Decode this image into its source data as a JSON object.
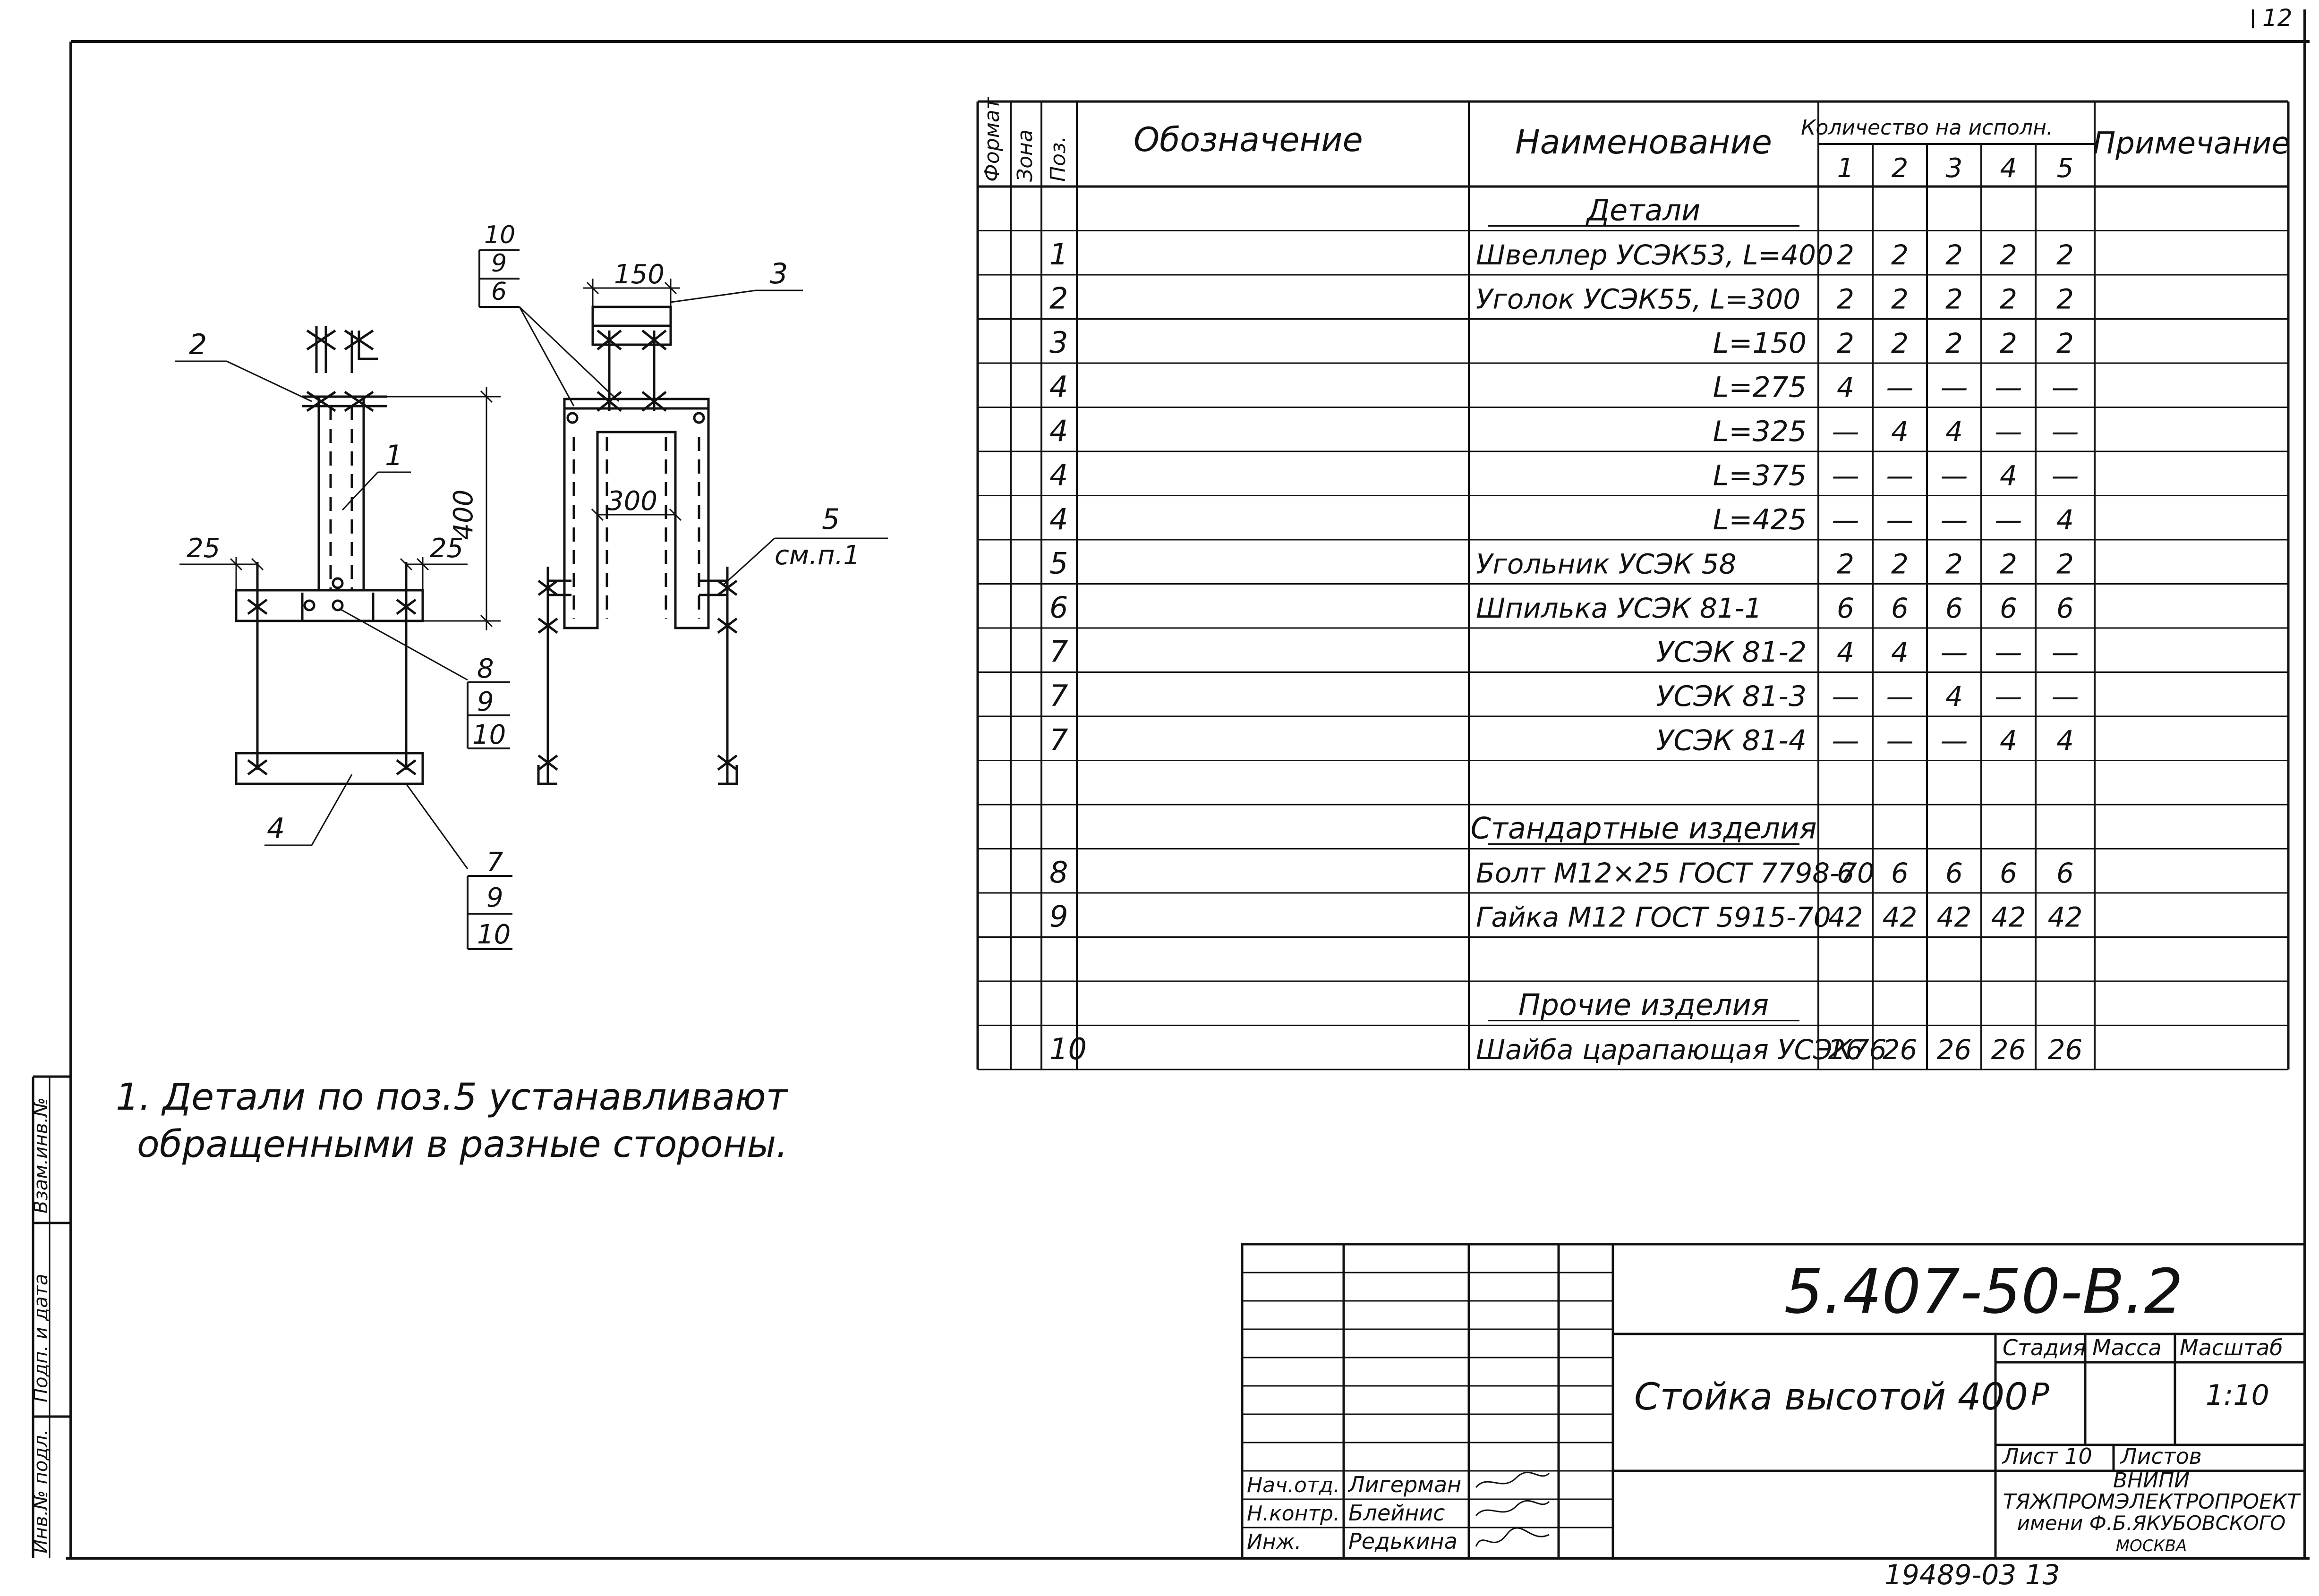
{
  "corner_page": "12",
  "notes": {
    "note_line1": "1. Детали по поз.5 устанавливают",
    "note_line2": "обращенными в разные стороны."
  },
  "drawing": {
    "left_view": {
      "dim_400": "400",
      "dim_25_left": "25",
      "dim_25_right": "25",
      "leader_1": "1",
      "leader_2": "2",
      "leader_4": "4",
      "stack_8_9_10": [
        "8",
        "9",
        "10"
      ],
      "stack_7_9_10": [
        "7",
        "9",
        "10"
      ]
    },
    "right_view": {
      "dim_150": "150",
      "dim_300": "300",
      "leader_3": "3",
      "leader_5": "5",
      "leader_5_note": "см.п.1",
      "stack_10_9_6": [
        "10",
        "9",
        "6"
      ]
    }
  },
  "spec_table": {
    "headers": {
      "format": "Формат",
      "zone": "Зона",
      "pos": "Поз.",
      "designation": "Обозначение",
      "name": "Наименование",
      "qty_group": "Количество на исполн.",
      "qty_cols": [
        "1",
        "2",
        "3",
        "4",
        "5"
      ],
      "note": "Примечание"
    },
    "rows": [
      {
        "pos": "",
        "name": "Детали",
        "q": [
          "",
          "",
          "",
          "",
          ""
        ],
        "section": true
      },
      {
        "pos": "1",
        "name": "Швеллер УСЭК53, L=400",
        "q": [
          "2",
          "2",
          "2",
          "2",
          "2"
        ]
      },
      {
        "pos": "2",
        "name": "Уголок УСЭК55, L=300",
        "q": [
          "2",
          "2",
          "2",
          "2",
          "2"
        ]
      },
      {
        "pos": "3",
        "name": "L=150",
        "q": [
          "2",
          "2",
          "2",
          "2",
          "2"
        ],
        "right": true
      },
      {
        "pos": "4",
        "name": "L=275",
        "q": [
          "4",
          "—",
          "—",
          "—",
          "—"
        ],
        "right": true
      },
      {
        "pos": "4",
        "name": "L=325",
        "q": [
          "—",
          "4",
          "4",
          "—",
          "—"
        ],
        "right": true
      },
      {
        "pos": "4",
        "name": "L=375",
        "q": [
          "—",
          "—",
          "—",
          "4",
          "—"
        ],
        "right": true
      },
      {
        "pos": "4",
        "name": "L=425",
        "q": [
          "—",
          "—",
          "—",
          "—",
          "4"
        ],
        "right": true
      },
      {
        "pos": "5",
        "name": "Угольник  УСЭК 58",
        "q": [
          "2",
          "2",
          "2",
          "2",
          "2"
        ]
      },
      {
        "pos": "6",
        "name": "Шпилька  УСЭК 81-1",
        "q": [
          "6",
          "6",
          "6",
          "6",
          "6"
        ]
      },
      {
        "pos": "7",
        "name": "УСЭК 81-2",
        "q": [
          "4",
          "4",
          "—",
          "—",
          "—"
        ],
        "right": true
      },
      {
        "pos": "7",
        "name": "УСЭК 81-3",
        "q": [
          "—",
          "—",
          "4",
          "—",
          "—"
        ],
        "right": true
      },
      {
        "pos": "7",
        "name": "УСЭК 81-4",
        "q": [
          "—",
          "—",
          "—",
          "4",
          "4"
        ],
        "right": true
      },
      {
        "pos": "",
        "name": "",
        "q": [
          "",
          "",
          "",
          "",
          ""
        ]
      },
      {
        "pos": "",
        "name": "Стандартные изделия",
        "q": [
          "",
          "",
          "",
          "",
          ""
        ],
        "section": true
      },
      {
        "pos": "8",
        "name": "Болт М12×25 ГОСТ 7798-70",
        "q": [
          "6",
          "6",
          "6",
          "6",
          "6"
        ]
      },
      {
        "pos": "9",
        "name": "Гайка М12 ГОСТ 5915-70",
        "q": [
          "42",
          "42",
          "42",
          "42",
          "42"
        ]
      },
      {
        "pos": "",
        "name": "",
        "q": [
          "",
          "",
          "",
          "",
          ""
        ]
      },
      {
        "pos": "",
        "name": "Прочие изделия",
        "q": [
          "",
          "",
          "",
          "",
          ""
        ],
        "section": true
      },
      {
        "pos": "10",
        "name": "Шайба царапающая УСЭК76",
        "q": [
          "26",
          "26",
          "26",
          "26",
          "26"
        ]
      }
    ]
  },
  "side_stamp": {
    "labels": [
      "Инв.№ подл.",
      "Подп. и дата",
      "Взам.инв.№"
    ]
  },
  "title_block": {
    "code": "5.407-50-В.2",
    "title": "Стойка высотой 400",
    "stage_label": "Стадия",
    "mass_label": "Масса",
    "scale_label": "Масштаб",
    "stage": "Р",
    "mass": "",
    "scale": "1:10",
    "sheet_label": "Лист 10",
    "sheets_label": "Листов",
    "org_line1": "ВНИПИ",
    "org_line2": "ТЯЖПРОМЭЛЕКТРОПРОЕКТ",
    "org_line3": "имени Ф.Б.ЯКУБОВСКОГО",
    "org_line4": "МОСКВА",
    "signatures": [
      {
        "role": "Нач.отд.",
        "name": "Лигерман"
      },
      {
        "role": "Н.контр.",
        "name": "Блейнис"
      },
      {
        "role": "Инж.",
        "name": "Редькина"
      }
    ]
  },
  "bottom_number": "19489-03  13"
}
